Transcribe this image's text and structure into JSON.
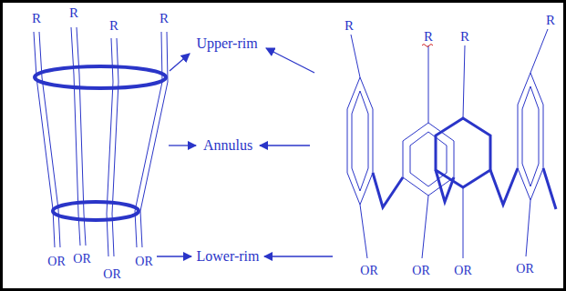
{
  "diagram": {
    "labels": [
      "R",
      "R",
      "R",
      "R",
      "Upper-rim",
      "R",
      "R",
      "R",
      "R",
      "Annulus",
      "Lower-rim",
      "OR",
      "OR",
      "OR",
      "OR",
      "OR",
      "OR",
      "OR",
      "OR"
    ]
  }
}
